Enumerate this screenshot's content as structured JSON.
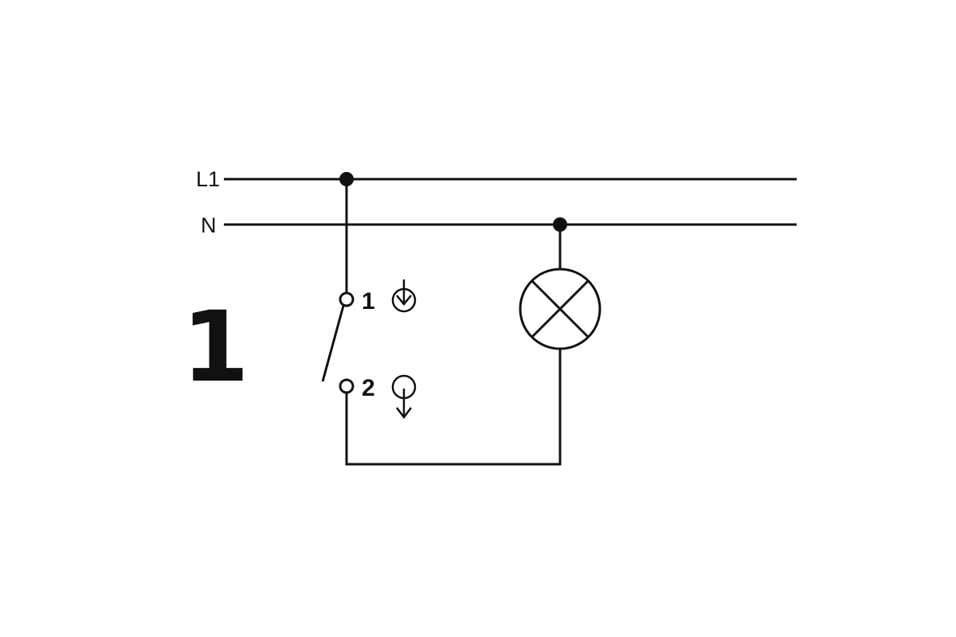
{
  "colors": {
    "stroke": "#111111",
    "background": "#ffffff"
  },
  "diagram": {
    "step_number": "1",
    "power_lines": {
      "l1_label": "L1",
      "n_label": "N"
    },
    "switch": {
      "terminal_1_label": "1",
      "terminal_2_label": "2",
      "terminal_1_icon": "arrow-down-into-circle",
      "terminal_2_icon": "circle-with-arrow-down"
    },
    "lamp_icon": "lamp-circle-with-cross"
  }
}
